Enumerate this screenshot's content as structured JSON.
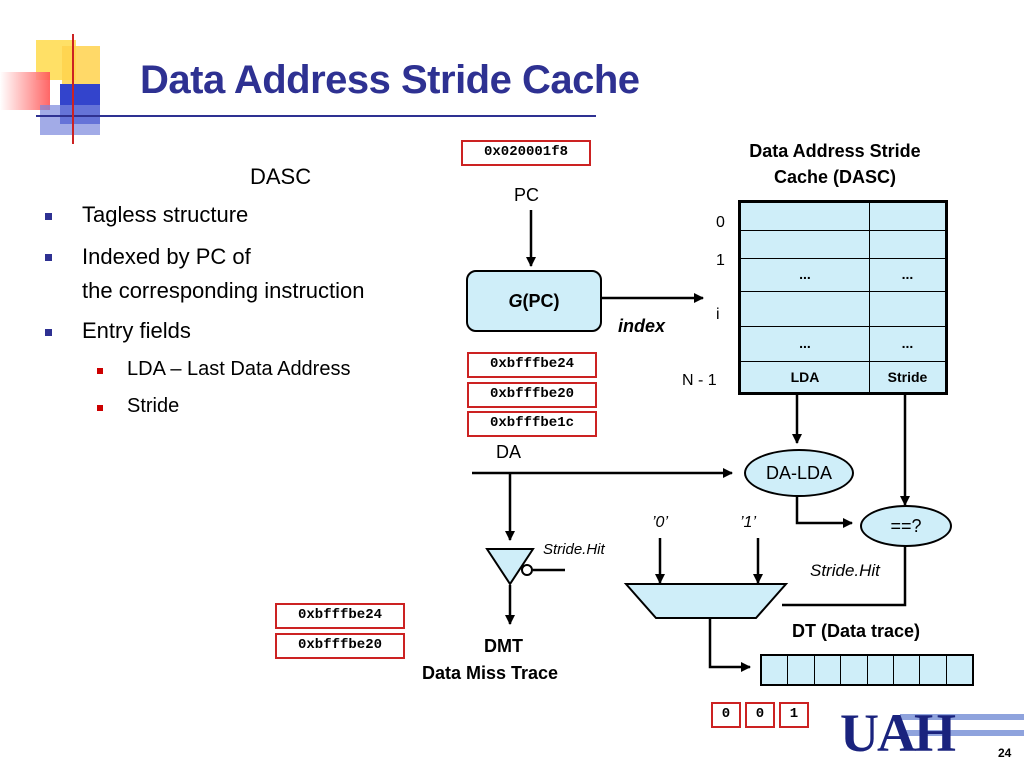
{
  "slide": {
    "title": "Data Address Stride Cache",
    "page_number": "24",
    "logo_text": "UAH"
  },
  "bullets": {
    "heading": "DASC",
    "items": [
      "Tagless structure",
      "Indexed by PC of",
      "the corresponding instruction",
      "Entry fields"
    ],
    "subitems": [
      "LDA – Last Data Address",
      "Stride"
    ]
  },
  "diagram": {
    "pc_value": "0x020001f8",
    "pc_label": "PC",
    "g_func": "G",
    "g_arg": "(PC)",
    "index_label": "index",
    "dasc_title_1": "Data Address Stride",
    "dasc_title_2": "Cache (DASC)",
    "row_labels": [
      "0",
      "1",
      "i",
      "N - 1"
    ],
    "ellipsis": "...",
    "col_lda": "LDA",
    "col_stride": "Stride",
    "da_values": [
      "0xbfffbe24",
      "0xbfffbe20",
      "0xbfffbe1c"
    ],
    "da_label": "DA",
    "subtract_label": "DA-LDA",
    "compare_label": "==?",
    "mux_in0": "’0’",
    "mux_in1": "’1’",
    "stride_hit_left": "Stride.Hit",
    "stride_hit_right": "Stride.Hit",
    "dmt_values": [
      "0xbfffbe24",
      "0xbfffbe20"
    ],
    "dmt_title": "DMT",
    "dmt_subtitle": "Data Miss Trace",
    "dt_title": "DT (Data trace)",
    "dt_bits": [
      "0",
      "0",
      "1"
    ]
  },
  "colors": {
    "title": "#2e3192",
    "table_fill": "#cfeef9",
    "value_border": "#cc2222",
    "logo": "#1a237e"
  }
}
